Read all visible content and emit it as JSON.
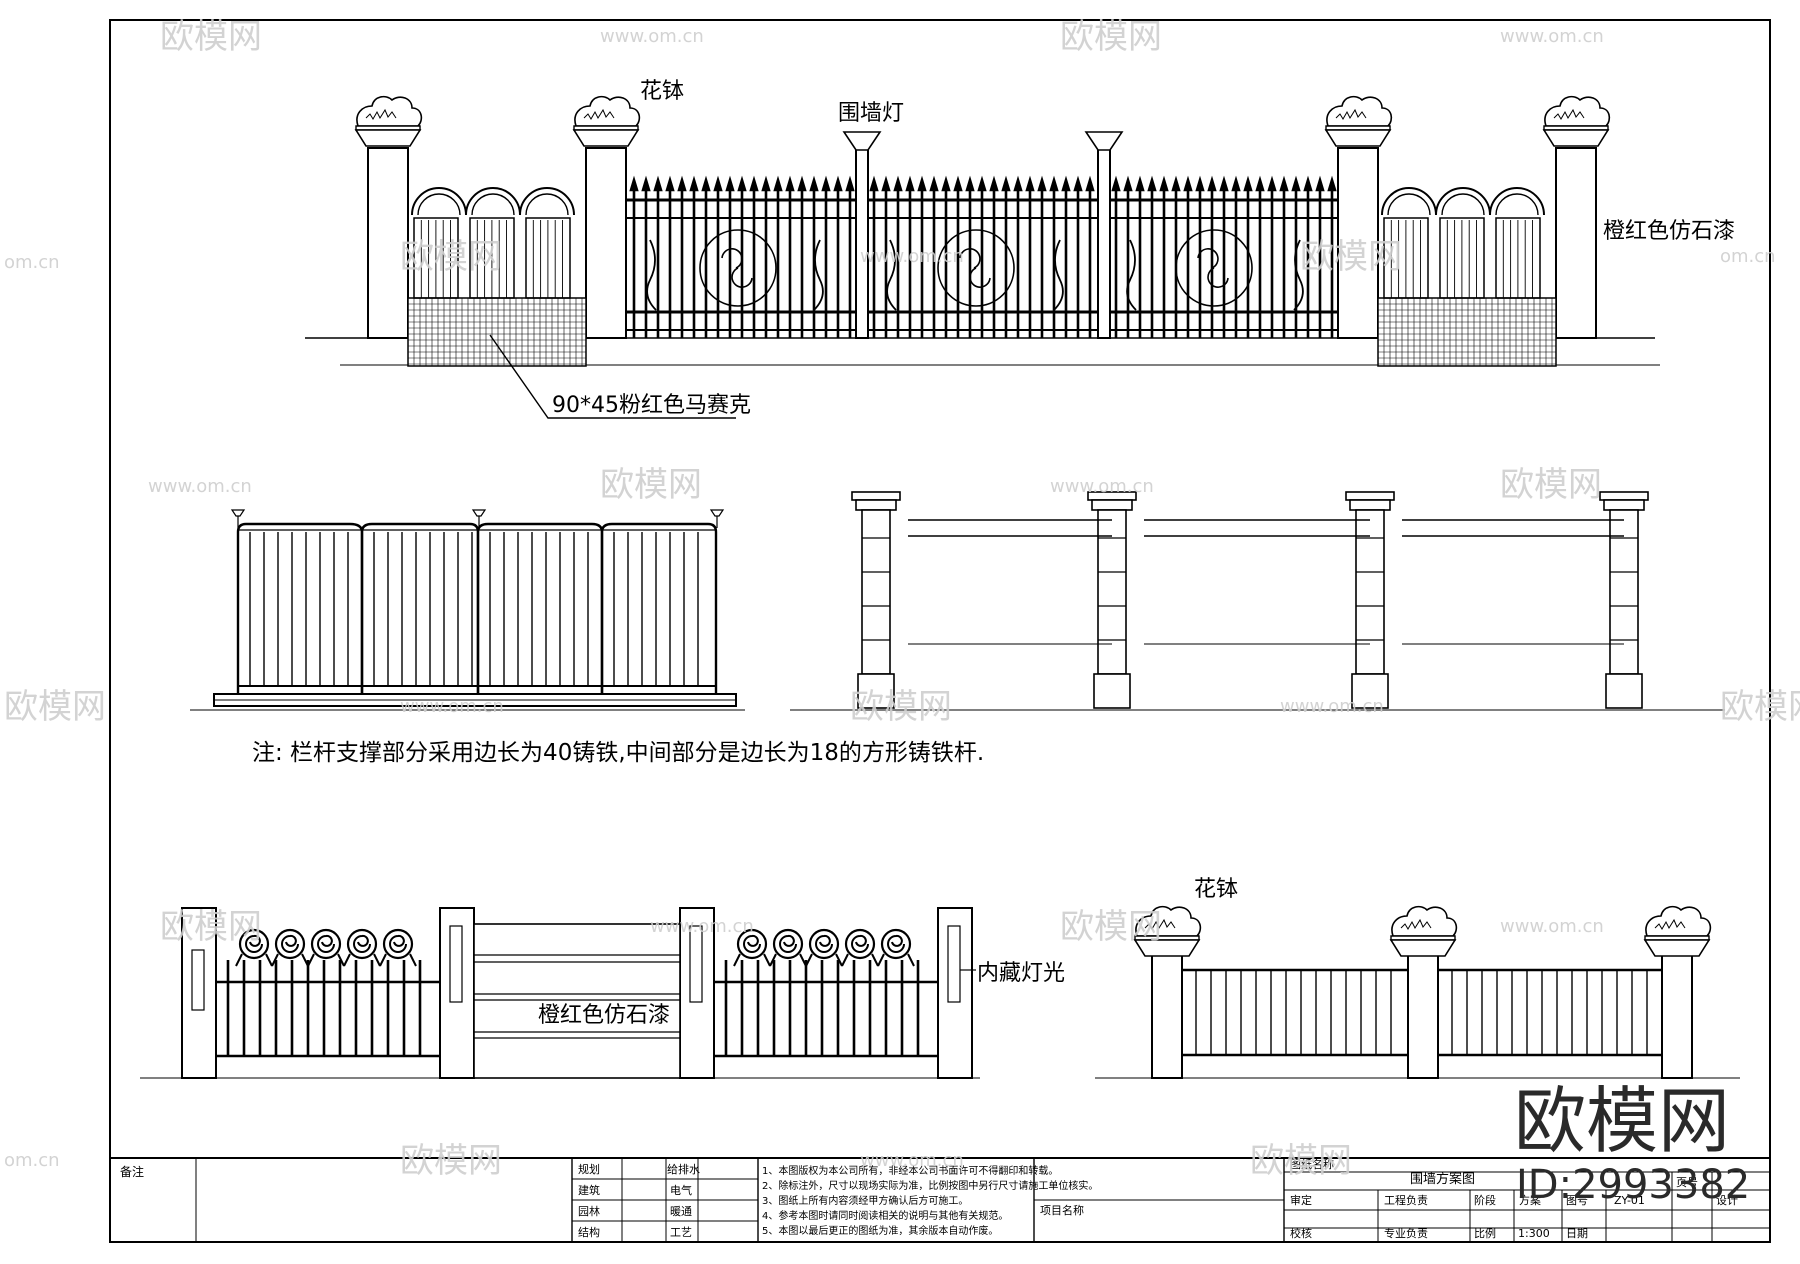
{
  "labels": {
    "flowerpot": "花钵",
    "wall_lamp": "围墙灯",
    "orange_stone_paint": "橙红色仿石漆",
    "pink_mosaic": "90*45粉红色马赛克",
    "note": "注: 栏杆支撑部分采用边长为40铸铁,中间部分是边长为18的方形铸铁杆.",
    "flowerpot_2": "花钵",
    "hidden_light": "内藏灯光",
    "orange_stone_paint_2": "橙红色仿石漆"
  },
  "title_block": {
    "remark": "备注",
    "disciplines": [
      "规划",
      "建筑",
      "园林",
      "结构"
    ],
    "disciplines_2": [
      "给排水",
      "电气",
      "暖通",
      "工艺"
    ],
    "notes": [
      "1、本图版权为本公司所有，非经本公司书面许可不得翻印和转载。",
      "2、除标注外，尺寸以现场实际为准，比例按图中另行尺寸请施工单位核实。",
      "3、图纸上所有内容须经甲方确认后方可施工。",
      "4、参考本图时请同时阅读相关的说明与其他有关规范。",
      "5、本图以最后更正的图纸为准，其余版本自动作废。"
    ],
    "project_name_label": "项目名称",
    "drawing_name_label": "图纸名称",
    "drawing_title": "围墙方案图",
    "approve": "审定",
    "engineer": "工程负责",
    "stage": "阶段",
    "stage_value": "方案",
    "drawing_no_label": "图号",
    "drawing_no": "ZY-01",
    "check": "校核",
    "professional": "专业负责",
    "scale_label": "比例",
    "scale": "1:300",
    "date_label": "日期",
    "sheet_label": "页号",
    "design_label": "设计"
  },
  "watermark": {
    "brand": "欧模网",
    "url": "www.om.cn",
    "url_short": "om.cn",
    "id": "ID:2993382"
  }
}
